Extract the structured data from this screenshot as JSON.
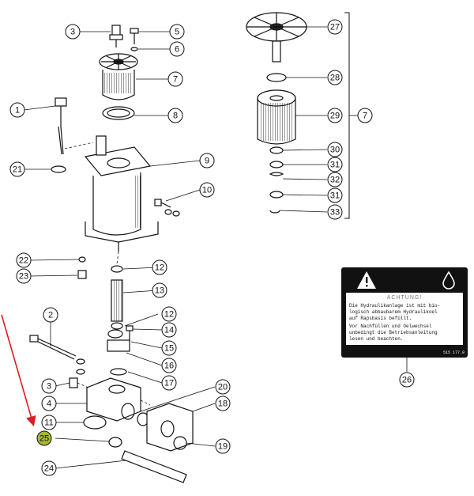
{
  "callouts": [
    {
      "id": "c-3a",
      "label": "3"
    },
    {
      "id": "c-5",
      "label": "5"
    },
    {
      "id": "c-6",
      "label": "6"
    },
    {
      "id": "c-7a",
      "label": "7"
    },
    {
      "id": "c-1",
      "label": "1"
    },
    {
      "id": "c-8",
      "label": "8"
    },
    {
      "id": "c-9",
      "label": "9"
    },
    {
      "id": "c-21",
      "label": "21"
    },
    {
      "id": "c-10",
      "label": "10"
    },
    {
      "id": "c-22",
      "label": "22"
    },
    {
      "id": "c-12a",
      "label": "12"
    },
    {
      "id": "c-23",
      "label": "23"
    },
    {
      "id": "c-13",
      "label": "13"
    },
    {
      "id": "c-2",
      "label": "2"
    },
    {
      "id": "c-12b",
      "label": "12"
    },
    {
      "id": "c-14",
      "label": "14"
    },
    {
      "id": "c-15",
      "label": "15"
    },
    {
      "id": "c-16",
      "label": "16"
    },
    {
      "id": "c-17",
      "label": "17"
    },
    {
      "id": "c-3b",
      "label": "3"
    },
    {
      "id": "c-20",
      "label": "20"
    },
    {
      "id": "c-4",
      "label": "4"
    },
    {
      "id": "c-18",
      "label": "18"
    },
    {
      "id": "c-11",
      "label": "11"
    },
    {
      "id": "c-25",
      "label": "25"
    },
    {
      "id": "c-19",
      "label": "19"
    },
    {
      "id": "c-24",
      "label": "24"
    },
    {
      "id": "c-27",
      "label": "27"
    },
    {
      "id": "c-28",
      "label": "28"
    },
    {
      "id": "c-29",
      "label": "29"
    },
    {
      "id": "c-7b",
      "label": "7"
    },
    {
      "id": "c-30",
      "label": "30"
    },
    {
      "id": "c-31a",
      "label": "31"
    },
    {
      "id": "c-32",
      "label": "32"
    },
    {
      "id": "c-31b",
      "label": "31"
    },
    {
      "id": "c-33",
      "label": "33"
    },
    {
      "id": "c-26",
      "label": "26"
    }
  ],
  "warning_label": {
    "title": "ACHTUNG!",
    "lines": [
      "Die Hydraulikanlage ist mit bio-",
      "logisch abbaubarem Hydraulikoel",
      "auf Rapsbasis befüllt.",
      "Vor Nachfüllen und Oelwechsel",
      "unbedingt die Betriebsanleitung",
      "lesen und beachten."
    ],
    "code": "515 177.0"
  },
  "colors": {
    "highlight": "#a8b832",
    "arrow": "#e11b22",
    "ink": "#111111"
  },
  "icons": [
    "exclamation-triangle-icon",
    "oil-drop-icon"
  ]
}
